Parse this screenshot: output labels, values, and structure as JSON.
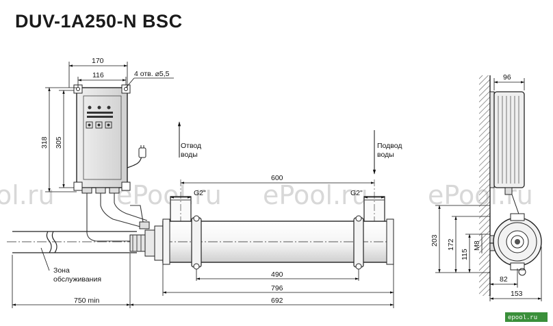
{
  "title": "DUV-1A250-N BSC",
  "notes": {
    "holes": "4 отв. ⌀5,5",
    "outlet_line1": "Отвод",
    "outlet_line2": "воды",
    "inlet_line1": "Подвод",
    "inlet_line2": "воды",
    "service_line1": "Зона",
    "service_line2": "обслуживания",
    "thread_left": "G2\"",
    "thread_right": "G2\""
  },
  "dimensions": {
    "box_width": "170",
    "box_hole_spacing": "116",
    "box_height": "318",
    "box_hole_height": "305",
    "port_spacing": "600",
    "clamp_spacing": "490",
    "chamber_length": "796",
    "total_length": "692",
    "service_zone": "750 min",
    "side_depth": "96",
    "side_h203": "203",
    "side_h172": "172",
    "side_h115": "115",
    "side_m8": "M8",
    "side_w82": "82",
    "side_w153": "153"
  },
  "watermark": {
    "left": "ol.ru",
    "center_a": "ePool.ru",
    "center_b": "ePool.ru",
    "right": "ePool.ru"
  },
  "brand": "epool.ru"
}
